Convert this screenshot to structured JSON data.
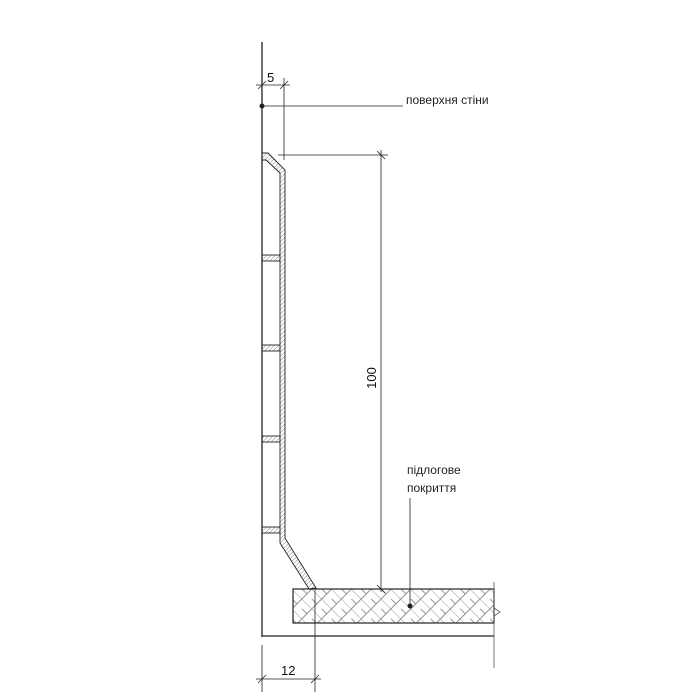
{
  "annotations": {
    "wall_surface": "поверхня стіни",
    "floor_covering_line1": "підлогове",
    "floor_covering_line2": "покриття"
  },
  "dimensions": {
    "offset_top": "5",
    "height": "100",
    "offset_bottom": "12"
  },
  "colors": {
    "line": "#222222",
    "hatch": "#555555"
  }
}
